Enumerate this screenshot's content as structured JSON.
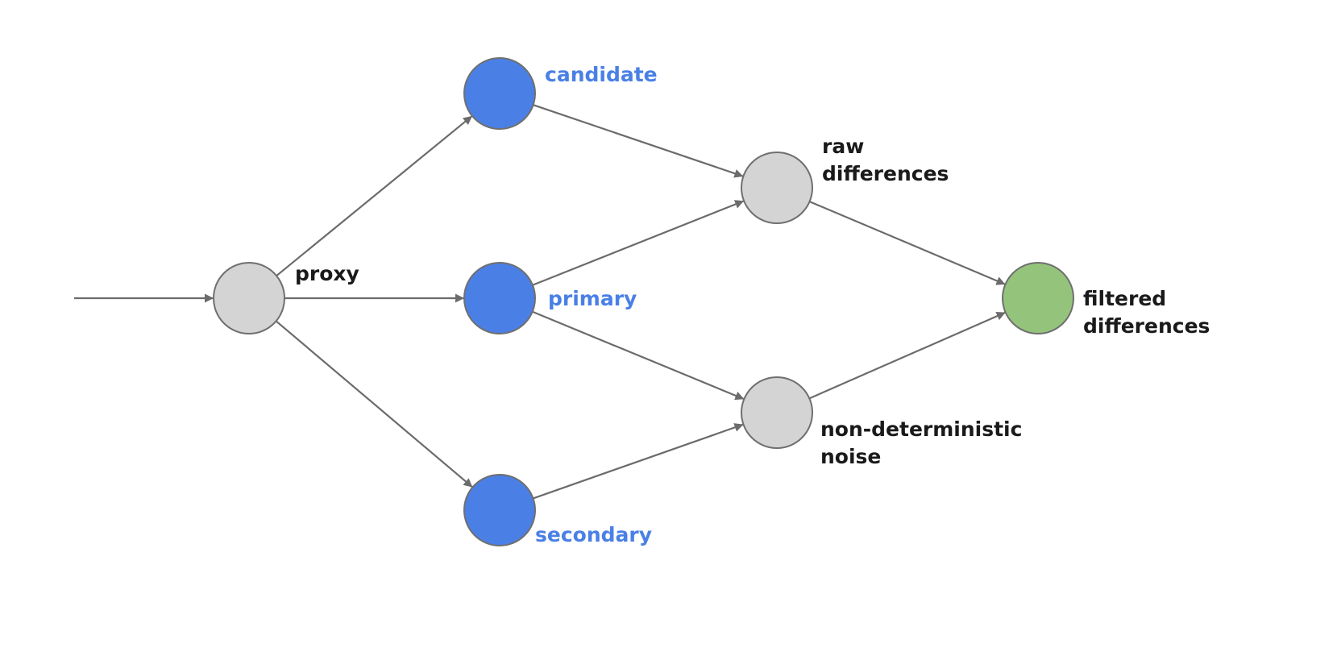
{
  "colors": {
    "blue_node": "#4a80e6",
    "gray_node": "#d4d4d4",
    "green_node": "#94c47c",
    "blue_text": "#4a80e6",
    "black_text": "#1a1a1a",
    "edge": "#6b6b6b"
  },
  "nodes": [
    {
      "id": "proxy",
      "lines": [
        "proxy"
      ],
      "fill": "gray_node",
      "text_color": "black_text"
    },
    {
      "id": "candidate",
      "lines": [
        "candidate"
      ],
      "fill": "blue_node",
      "text_color": "blue_text"
    },
    {
      "id": "primary",
      "lines": [
        "primary"
      ],
      "fill": "blue_node",
      "text_color": "blue_text"
    },
    {
      "id": "secondary",
      "lines": [
        "secondary"
      ],
      "fill": "blue_node",
      "text_color": "blue_text"
    },
    {
      "id": "raw",
      "lines": [
        "raw",
        "differences"
      ],
      "fill": "gray_node",
      "text_color": "black_text"
    },
    {
      "id": "noise",
      "lines": [
        "non-deterministic",
        "noise"
      ],
      "fill": "gray_node",
      "text_color": "black_text"
    },
    {
      "id": "filtered",
      "lines": [
        "filtered",
        "differences"
      ],
      "fill": "green_node",
      "text_color": "black_text"
    }
  ],
  "edges": [
    {
      "from": "input",
      "to": "proxy"
    },
    {
      "from": "proxy",
      "to": "candidate"
    },
    {
      "from": "proxy",
      "to": "primary"
    },
    {
      "from": "proxy",
      "to": "secondary"
    },
    {
      "from": "candidate",
      "to": "raw"
    },
    {
      "from": "primary",
      "to": "raw"
    },
    {
      "from": "primary",
      "to": "noise"
    },
    {
      "from": "secondary",
      "to": "noise"
    },
    {
      "from": "raw",
      "to": "filtered"
    },
    {
      "from": "noise",
      "to": "filtered"
    }
  ]
}
